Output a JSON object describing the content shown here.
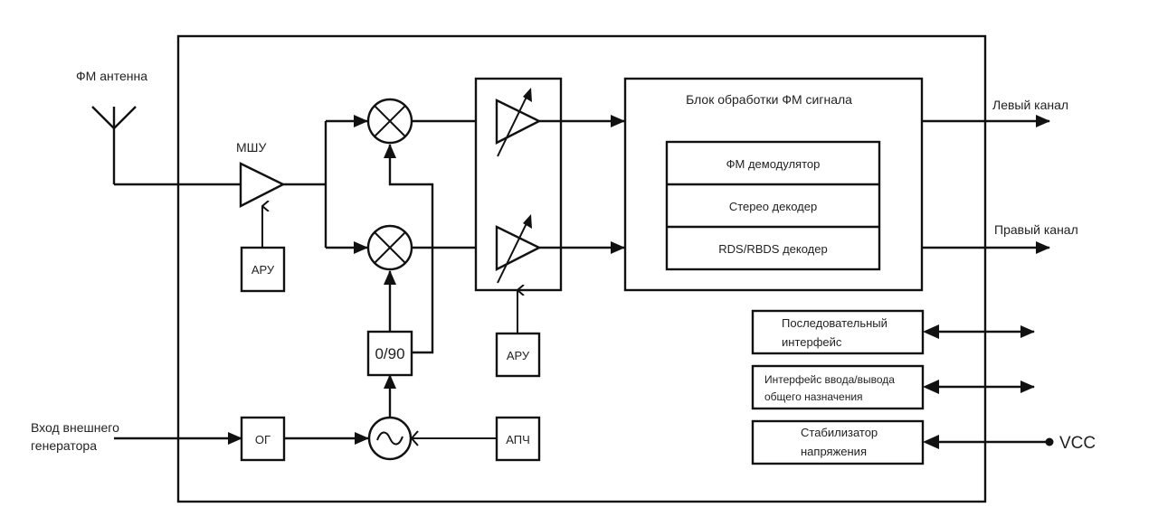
{
  "diagram": {
    "type": "block-diagram",
    "language": "ru",
    "external_labels": {
      "antenna": "ФМ антенна",
      "external_generator_line1": "Вход внешнего",
      "external_generator_line2": "генератора",
      "left_channel": "Левый канал",
      "right_channel": "Правый канал",
      "vcc": "VCC"
    },
    "blocks": {
      "lna_label": "МШУ",
      "agc_lna": "АРУ",
      "agc_amp": "АРУ",
      "phase_shifter": "0/90",
      "reference_oscillator": "ОГ",
      "afc": "АПЧ",
      "fm_processing_title": "Блок обработки ФМ сигнала",
      "fm_processing_rows": [
        "ФМ демодулятор",
        "Стерео декодер",
        "RDS/RBDS декодер"
      ],
      "serial_interface_line1": "Последовательный",
      "serial_interface_line2": "интерфейс",
      "gpio_line1": "Интерфейс ввода/вывода",
      "gpio_line2": "общего назначения",
      "regulator_line1": "Стабилизатор",
      "regulator_line2": "напряжения"
    },
    "symbols": {
      "antenna": "antenna-icon",
      "lna": "amplifier-icon",
      "mixer_i": "mixer-icon",
      "mixer_q": "mixer-icon",
      "vga_top": "variable-gain-amplifier-icon",
      "vga_bottom": "variable-gain-amplifier-icon",
      "vco": "oscillator-icon"
    }
  }
}
